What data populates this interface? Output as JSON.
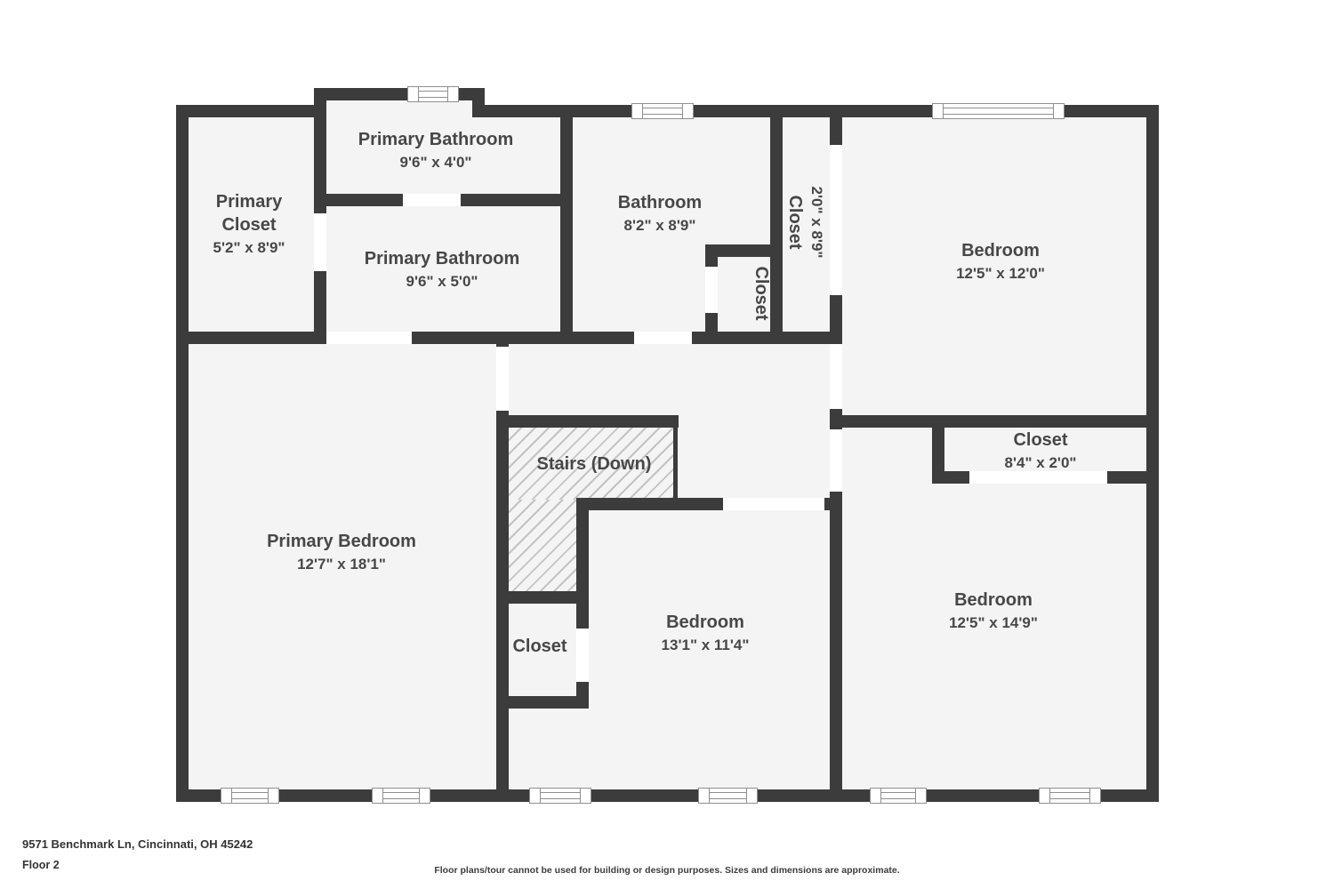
{
  "footer": {
    "address": "9571 Benchmark Ln, Cincinnati, OH 45242",
    "floor_label": "Floor 2",
    "disclaimer": "Floor plans/tour cannot be used for building or design purposes. Sizes and dimensions are approximate."
  },
  "colors": {
    "wall": "#3c3c3c",
    "floor": "#f4f4f4",
    "label_text": "#474747",
    "hatch_line": "#c3c3c3",
    "opening": "#ffffff"
  },
  "rooms": [
    {
      "id": "primary-bathroom-upper",
      "name": "Primary Bathroom",
      "size": "9'6\" x 4'0\""
    },
    {
      "id": "primary-closet",
      "name_line1": "Primary",
      "name_line2": "Closet",
      "size": "5'2\" x 8'9\""
    },
    {
      "id": "primary-bathroom-lower",
      "name": "Primary Bathroom",
      "size": "9'6\" x 5'0\""
    },
    {
      "id": "bathroom",
      "name": "Bathroom",
      "size": "8'2\" x 8'9\""
    },
    {
      "id": "bathroom-closet",
      "name": "Closet"
    },
    {
      "id": "hall-closet",
      "name": "Closet",
      "size": "2'0\" x 8'9\""
    },
    {
      "id": "bedroom-northeast",
      "name": "Bedroom",
      "size": "12'5\" x 12'0\""
    },
    {
      "id": "stairs",
      "name": "Stairs (Down)"
    },
    {
      "id": "primary-bedroom",
      "name": "Primary Bedroom",
      "size": "12'7\" x 18'1\""
    },
    {
      "id": "closet-southeast",
      "name": "Closet",
      "size": "8'4\" x 2'0\""
    },
    {
      "id": "bedroom-south",
      "name": "Bedroom",
      "size": "13'1\" x 11'4\""
    },
    {
      "id": "stairs-closet",
      "name": "Closet"
    },
    {
      "id": "bedroom-southeast",
      "name": "Bedroom",
      "size": "12'5\" x 14'9\""
    }
  ]
}
